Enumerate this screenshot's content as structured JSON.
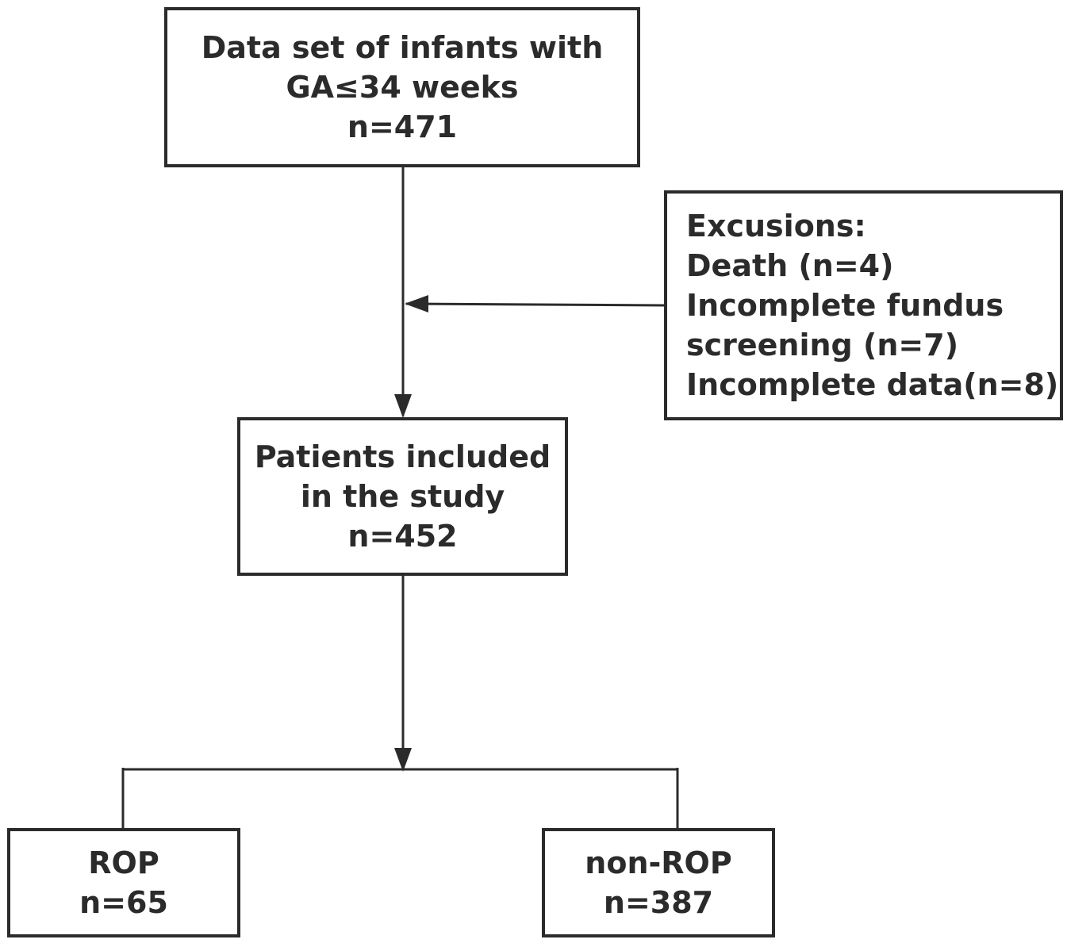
{
  "boxes": {
    "source": {
      "lines": [
        "Data set of infants with",
        "GA≤34 weeks",
        "n=471"
      ]
    },
    "exclusions": {
      "lines": [
        "Excusions:",
        "Death  (n=4)",
        "Incomplete fundus",
        "screening (n=7)",
        "Incomplete data(n=8)"
      ]
    },
    "included": {
      "lines": [
        "Patients included",
        "in the study",
        "n=452"
      ]
    },
    "rop": {
      "lines": [
        "ROP",
        "n=65"
      ]
    },
    "non_rop": {
      "lines": [
        "non-ROP",
        "n=387"
      ]
    }
  },
  "colors": {
    "stroke": "#2b2b2b",
    "text": "#2b2b2b",
    "background": "#ffffff"
  }
}
